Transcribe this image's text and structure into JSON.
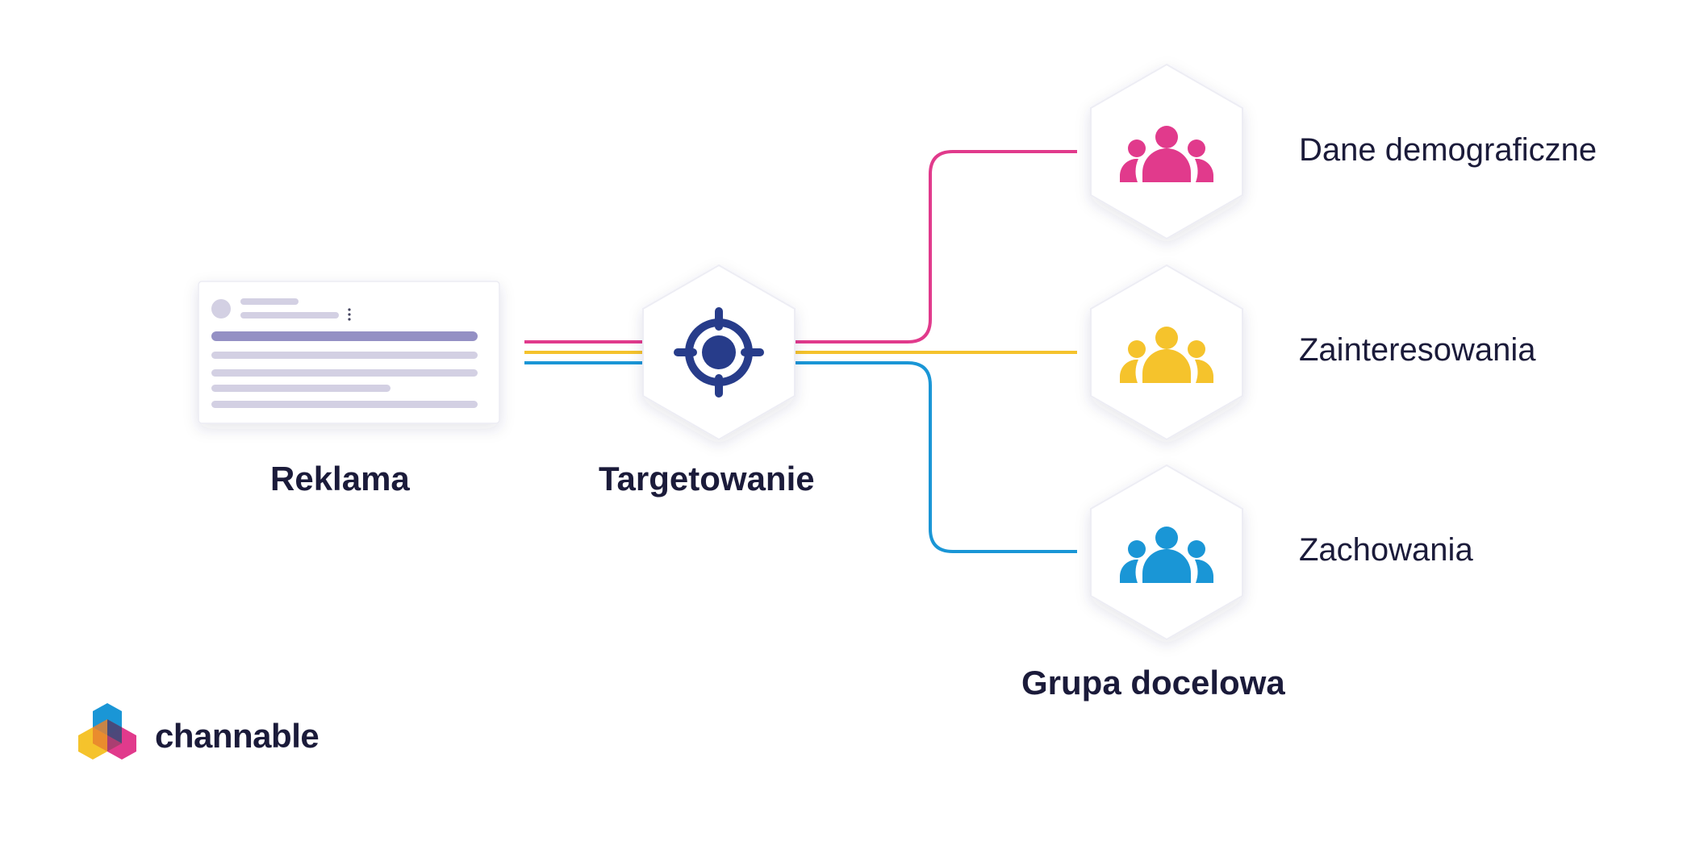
{
  "colors": {
    "magenta": "#e13a8c",
    "yellow": "#f5c32c",
    "blue": "#1a96d6",
    "navy": "#273c8a",
    "text": "#1b1b3a",
    "placeholder": "#d3d0e3",
    "placeholder_dark": "#9490c4"
  },
  "nodes": {
    "ad": {
      "label": "Reklama",
      "icon": "ad-card-icon"
    },
    "targeting": {
      "label": "Targetowanie",
      "icon": "crosshair-icon"
    },
    "audience": {
      "label": "Grupa docelowa",
      "items": [
        {
          "label": "Dane demograficzne",
          "icon": "people-group-icon",
          "color": "#e13a8c"
        },
        {
          "label": "Zainteresowania",
          "icon": "people-group-icon",
          "color": "#f5c32c"
        },
        {
          "label": "Zachowania",
          "icon": "people-group-icon",
          "color": "#1a96d6"
        }
      ]
    }
  },
  "brand": {
    "name": "channable",
    "icon": "channable-logo-icon"
  }
}
